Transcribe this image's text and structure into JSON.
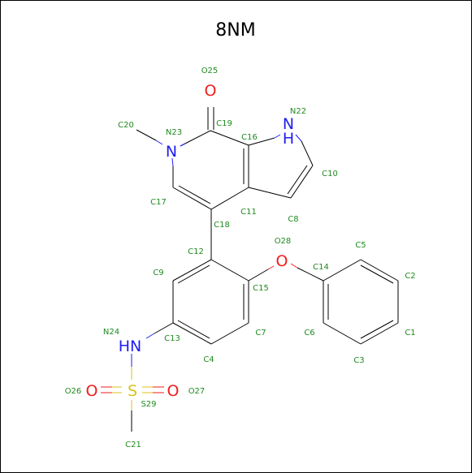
{
  "title": "8NM",
  "colors": {
    "bond": "#000000",
    "carbon_label": "#1f8a1f",
    "nitrogen": "#1e1ef0",
    "oxygen": "#f01e1e",
    "sulfur": "#d9c21a"
  },
  "heteroatoms": {
    "o25": "O",
    "n22": "N",
    "n22_h": "H",
    "n23": "N",
    "o28": "O",
    "n24": "HN",
    "s29": "S",
    "o26": "O",
    "o27": "O"
  },
  "atom_labels": {
    "O25": "O25",
    "N22": "N22",
    "C20": "C20",
    "N23": "N23",
    "C19": "C19",
    "C16": "C16",
    "C10": "C10",
    "C17": "C17",
    "C11": "C11",
    "C18": "C18",
    "C8": "C8",
    "O28": "O28",
    "C5": "C5",
    "C12": "C12",
    "C14": "C14",
    "C9": "C9",
    "C15": "C15",
    "C2": "C2",
    "N24": "N24",
    "C13": "C13",
    "C7": "C7",
    "C6": "C6",
    "C1": "C1",
    "C4": "C4",
    "C3": "C3",
    "O26": "O26",
    "O27": "O27",
    "S29": "S29",
    "C21": "C21"
  }
}
